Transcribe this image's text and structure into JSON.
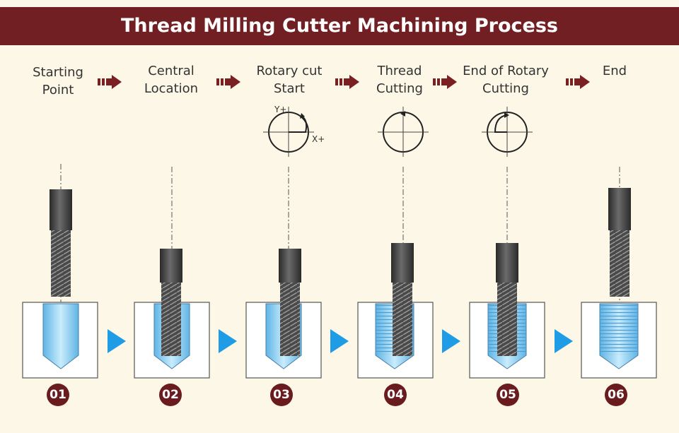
{
  "header": {
    "title": "Thread Milling Cutter Machining Process"
  },
  "steps": [
    {
      "label": "Starting\nPoint",
      "number": "01"
    },
    {
      "label": "Central\nLocation",
      "number": "02"
    },
    {
      "label": "Rotary cut\nStart",
      "number": "03"
    },
    {
      "label": "Thread\nCutting",
      "number": "04"
    },
    {
      "label": "End of Rotary\nCutting",
      "number": "05"
    },
    {
      "label": "End",
      "number": "06"
    }
  ],
  "axes": {
    "y_label": "Y+",
    "x_label": "X+"
  },
  "colors": {
    "banner": "#711f22",
    "arrow": "#7a1f22",
    "hole_fill": "#9fd6f2",
    "triangle": "#1f9ce6",
    "badge": "#6a1b1e",
    "tool": "#3b3b3b"
  }
}
